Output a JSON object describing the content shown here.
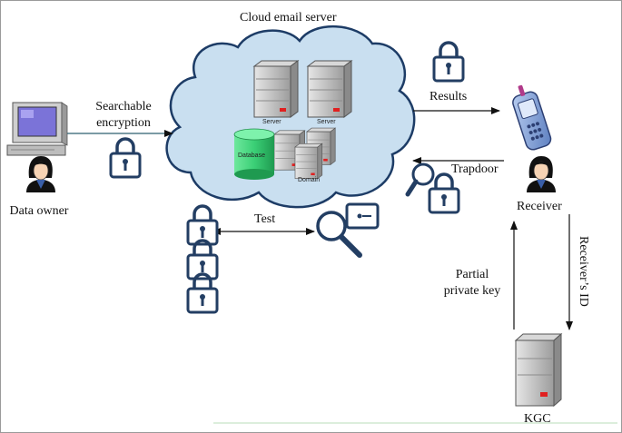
{
  "title": "Cloud email server",
  "nodes": {
    "data_owner": "Data owner",
    "receiver": "Receiver",
    "kgc": "KGC"
  },
  "cloud_components": {
    "server_1": "Server",
    "server_2": "Server",
    "database": "Database",
    "domain": "Domain"
  },
  "edges": {
    "searchable_encryption_line1": "Searchable",
    "searchable_encryption_line2": "encryption",
    "results": "Results",
    "trapdoor": "Trapdoor",
    "test": "Test",
    "receivers_id": "Receiver’s ID",
    "partial_private_key_line1": "Partial",
    "partial_private_key_line2": "private key"
  },
  "icons": [
    "computer-icon",
    "person-icon",
    "cloud-icon",
    "server-icon",
    "database-icon",
    "lock-icon",
    "magnifier-icon",
    "key-icon",
    "mobile-phone-icon"
  ],
  "colors": {
    "cloud_fill": "#c9dff0",
    "cloud_stroke": "#1d3c66",
    "lock_stroke": "#233e63",
    "database_green": "#3bcf76",
    "server_gray": "#c8c8c8",
    "phone_blue": "#7f9fd6"
  }
}
